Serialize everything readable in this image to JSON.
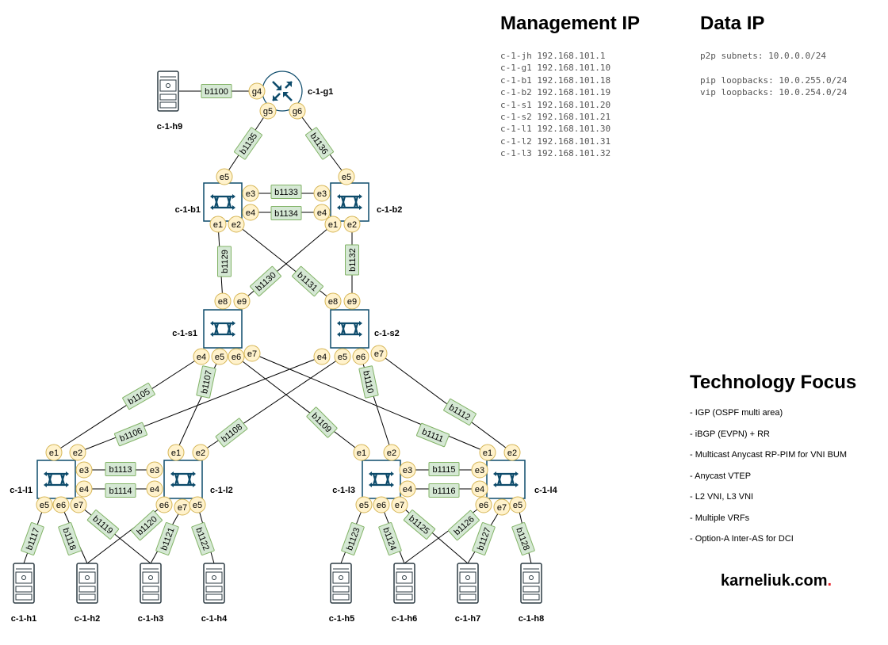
{
  "management": {
    "title": "Management IP",
    "entries": [
      "c-1-jh 192.168.101.1",
      "c-1-g1 192.168.101.10",
      "c-1-b1 192.168.101.18",
      "c-1-b2 192.168.101.19",
      "c-1-s1 192.168.101.20",
      "c-1-s2 192.168.101.21",
      "c-1-l1 192.168.101.30",
      "c-1-l2 192.168.101.31",
      "c-1-l3 192.168.101.32"
    ]
  },
  "data_ip": {
    "title": "Data IP",
    "p2p": "p2p subnets: 10.0.0.0/24",
    "pip": "pip loopbacks: 10.0.255.0/24",
    "vip": "vip loopbacks: 10.0.254.0/24"
  },
  "technology": {
    "title": "Technology Focus",
    "items": [
      "- IGP (OSPF multi area)",
      "- iBGP (EVPN) + RR",
      "- Multicast Anycast RP-PIM for VNI BUM",
      "- Anycast VTEP",
      "- L2 VNI, L3 VNI",
      "- Multiple VRFs",
      "- Option-A Inter-AS for DCI"
    ]
  },
  "brand": {
    "text": "karneliuk.com",
    "dot": "."
  },
  "colors": {
    "device_blue": "#0d4b6b",
    "port_fill": "#fff2cc",
    "port_stroke": "#d6b656",
    "link_fill": "#d5e8d4",
    "link_stroke": "#82b366",
    "brand_dot": "#e8232a"
  },
  "nodes": [
    {
      "id": "g1",
      "label": "c-1-g1",
      "type": "router"
    },
    {
      "id": "h9",
      "label": "c-1-h9",
      "type": "server"
    },
    {
      "id": "b1",
      "label": "c-1-b1",
      "type": "switch"
    },
    {
      "id": "b2",
      "label": "c-1-b2",
      "type": "switch"
    },
    {
      "id": "s1",
      "label": "c-1-s1",
      "type": "switch"
    },
    {
      "id": "s2",
      "label": "c-1-s2",
      "type": "switch"
    },
    {
      "id": "l1",
      "label": "c-1-l1",
      "type": "switch"
    },
    {
      "id": "l2",
      "label": "c-1-l2",
      "type": "switch"
    },
    {
      "id": "l3",
      "label": "c-1-l3",
      "type": "switch"
    },
    {
      "id": "l4",
      "label": "c-1-l4",
      "type": "switch"
    },
    {
      "id": "h1",
      "label": "c-1-h1",
      "type": "server"
    },
    {
      "id": "h2",
      "label": "c-1-h2",
      "type": "server"
    },
    {
      "id": "h3",
      "label": "c-1-h3",
      "type": "server"
    },
    {
      "id": "h4",
      "label": "c-1-h4",
      "type": "server"
    },
    {
      "id": "h5",
      "label": "c-1-h5",
      "type": "server"
    },
    {
      "id": "h6",
      "label": "c-1-h6",
      "type": "server"
    },
    {
      "id": "h7",
      "label": "c-1-h7",
      "type": "server"
    },
    {
      "id": "h8",
      "label": "c-1-h8",
      "type": "server"
    }
  ],
  "links": [
    {
      "name": "b1100",
      "a": "h9",
      "b": "g1",
      "pa": "",
      "pb": "g4"
    },
    {
      "name": "b1135",
      "a": "g1",
      "b": "b1",
      "pa": "g5",
      "pb": "e5"
    },
    {
      "name": "b1136",
      "a": "g1",
      "b": "b2",
      "pa": "g6",
      "pb": "e5"
    },
    {
      "name": "b1133",
      "a": "b1",
      "b": "b2",
      "pa": "e3",
      "pb": "e3"
    },
    {
      "name": "b1134",
      "a": "b1",
      "b": "b2",
      "pa": "e4",
      "pb": "e4"
    },
    {
      "name": "b1129",
      "a": "b1",
      "b": "s1",
      "pa": "e1",
      "pb": "e8"
    },
    {
      "name": "b1131",
      "a": "b1",
      "b": "s2",
      "pa": "e2",
      "pb": "e8"
    },
    {
      "name": "b1130",
      "a": "b2",
      "b": "s1",
      "pa": "e1",
      "pb": "e9"
    },
    {
      "name": "b1132",
      "a": "b2",
      "b": "s2",
      "pa": "e2",
      "pb": "e9"
    },
    {
      "name": "b1105",
      "a": "s1",
      "b": "l1",
      "pa": "e4",
      "pb": "e1"
    },
    {
      "name": "b1107",
      "a": "s1",
      "b": "l2",
      "pa": "e5",
      "pb": "e1"
    },
    {
      "name": "b1109",
      "a": "s1",
      "b": "l3",
      "pa": "e6",
      "pb": "e1"
    },
    {
      "name": "b1111",
      "a": "s1",
      "b": "l4",
      "pa": "e7",
      "pb": "e1"
    },
    {
      "name": "b1106",
      "a": "s2",
      "b": "l1",
      "pa": "e4",
      "pb": "e2"
    },
    {
      "name": "b1108",
      "a": "s2",
      "b": "l2",
      "pa": "e5",
      "pb": "e2"
    },
    {
      "name": "b1110",
      "a": "s2",
      "b": "l3",
      "pa": "e6",
      "pb": "e2"
    },
    {
      "name": "b1112",
      "a": "s2",
      "b": "l4",
      "pa": "e7",
      "pb": "e2"
    },
    {
      "name": "b1113",
      "a": "l1",
      "b": "l2",
      "pa": "e3",
      "pb": "e3"
    },
    {
      "name": "b1114",
      "a": "l1",
      "b": "l2",
      "pa": "e4",
      "pb": "e4"
    },
    {
      "name": "b1115",
      "a": "l3",
      "b": "l4",
      "pa": "e3",
      "pb": "e3"
    },
    {
      "name": "b1116",
      "a": "l3",
      "b": "l4",
      "pa": "e4",
      "pb": "e4"
    },
    {
      "name": "b1117",
      "a": "l1",
      "b": "h1",
      "pa": "e5",
      "pb": ""
    },
    {
      "name": "b1118",
      "a": "l1",
      "b": "h2",
      "pa": "e6",
      "pb": ""
    },
    {
      "name": "b1119",
      "a": "l1",
      "b": "h3",
      "pa": "e7",
      "pb": ""
    },
    {
      "name": "b1120",
      "a": "l2",
      "b": "h2",
      "pa": "e6",
      "pb": ""
    },
    {
      "name": "b1121",
      "a": "l2",
      "b": "h3",
      "pa": "e7",
      "pb": ""
    },
    {
      "name": "b1122",
      "a": "l2",
      "b": "h4",
      "pa": "e5",
      "pb": ""
    },
    {
      "name": "b1123",
      "a": "l3",
      "b": "h5",
      "pa": "e5",
      "pb": ""
    },
    {
      "name": "b1124",
      "a": "l3",
      "b": "h6",
      "pa": "e6",
      "pb": ""
    },
    {
      "name": "b1125",
      "a": "l3",
      "b": "h7",
      "pa": "e7",
      "pb": ""
    },
    {
      "name": "b1126",
      "a": "l4",
      "b": "h6",
      "pa": "e6",
      "pb": ""
    },
    {
      "name": "b1127",
      "a": "l4",
      "b": "h7",
      "pa": "e7",
      "pb": ""
    },
    {
      "name": "b1128",
      "a": "l4",
      "b": "h8",
      "pa": "e5",
      "pb": ""
    }
  ]
}
